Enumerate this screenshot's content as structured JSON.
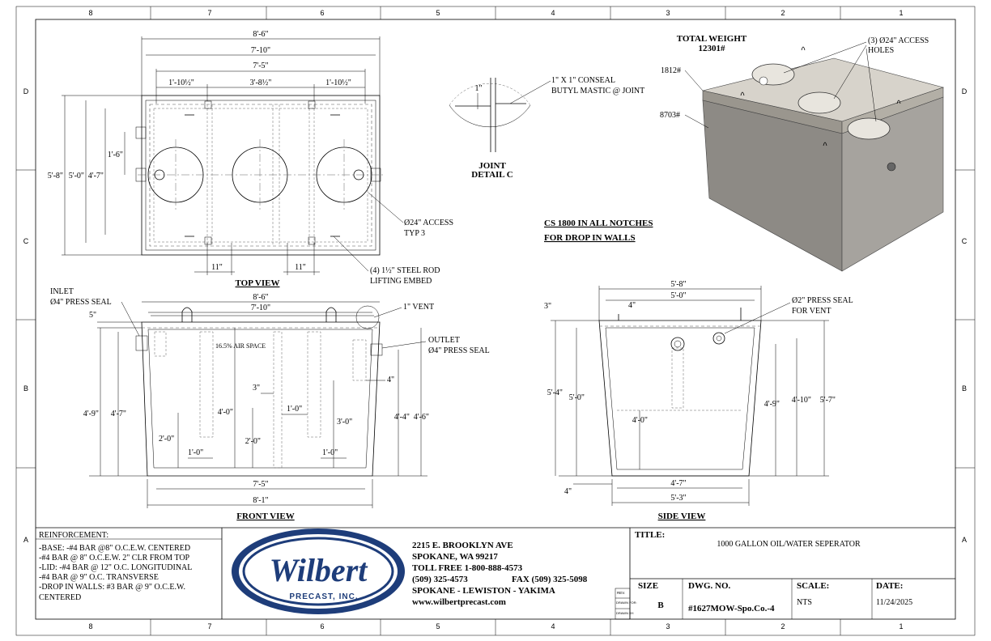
{
  "border": {
    "cols": [
      "8",
      "7",
      "6",
      "5",
      "4",
      "3",
      "2",
      "1"
    ],
    "rows": [
      "D",
      "C",
      "B",
      "A"
    ]
  },
  "top_view": {
    "label": "TOP VIEW",
    "dim_overall": "8'-6\"",
    "dim_inner": "7'-10\"",
    "dim_mid": "7'-5\"",
    "dim_left": "1'-10½\"",
    "dim_center": "3'-8½\"",
    "dim_right": "1'-10½\"",
    "dim_height_outer": "5'-8\"",
    "dim_height_inner": "5'-0\"",
    "dim_height_mid": "4'-7\"",
    "dim_inlet": "1'-6\"",
    "dim_notch_left": "11\"",
    "dim_notch_right": "11\"",
    "access_note_1": "Ø24\" ACCESS",
    "access_note_2": "TYP 3",
    "rod_note_1": "(4) 1½\" STEEL ROD",
    "rod_note_2": "LIFTING EMBED"
  },
  "joint_detail": {
    "dim": "1\"",
    "note_1": "1\" X 1\" CONSEAL",
    "note_2": "BUTYL MASTIC @ JOINT",
    "title_1": "JOINT",
    "title_2": "DETAIL C"
  },
  "iso_view": {
    "total_weight_label": "TOTAL WEIGHT",
    "total_weight": "12301#",
    "lid_weight": "1812#",
    "base_weight": "8703#",
    "holes_note_1": "(3) Ø24\" ACCESS",
    "holes_note_2": "HOLES"
  },
  "notch_note": {
    "line_1": "CS 1800 IN ALL NOTCHES",
    "line_2": "FOR DROP IN WALLS"
  },
  "front_view": {
    "label": "FRONT VIEW",
    "inlet_1": "INLET",
    "inlet_2": "Ø4\" PRESS SEAL",
    "dim_top_outer": "8'-6\"",
    "dim_top_inner": "7'-10\"",
    "dim_5in": "5\"",
    "vent": "1\" VENT",
    "outlet_1": "OUTLET",
    "outlet_2": "Ø4\" PRESS SEAL",
    "air_space": "16.5% AIR SPACE",
    "dim_4in": "4\"",
    "dim_3in": "3\"",
    "dim_1_0_a": "1'-0\"",
    "dim_1_0_b": "1'-0\"",
    "dim_1_0_c": "1'-0\"",
    "dim_4_0": "4'-0\"",
    "dim_3_0": "3'-0\"",
    "dim_2_0_a": "2'-0\"",
    "dim_2_0_b": "2'-0\"",
    "dim_4_9": "4'-9\"",
    "dim_4_7": "4'-7\"",
    "dim_4_4": "4'-4\"",
    "dim_4_6": "4'-6\"",
    "dim_bot_inner": "7'-5\"",
    "dim_bot_outer": "8'-1\""
  },
  "side_view": {
    "label": "SIDE VIEW",
    "dim_top_outer": "5'-8\"",
    "dim_top_inner": "5'-0\"",
    "dim_4in": "4\"",
    "dim_3in": "3\"",
    "vent_1": "Ø2\" PRESS SEAL",
    "vent_2": "FOR VENT",
    "dim_5_4": "5'-4\"",
    "dim_5_0": "5'-0\"",
    "dim_4_0": "4'-0\"",
    "dim_4_9": "4'-9\"",
    "dim_4_10": "4'-10\"",
    "dim_5_7": "5'-7\"",
    "dim_bot_inner": "4'-7\"",
    "dim_bot_outer": "5'-3\"",
    "dim_4in_b": "4\""
  },
  "reinforcement": {
    "title": "REINFORCEMENT:",
    "lines": [
      "-BASE: -#4 BAR @8\" O.C.E.W. CENTERED",
      "-#4 BAR @ 8\" O.C.E.W. 2\" CLR FROM TOP",
      "-LID: -#4 BAR @ 12\" O.C. LONGITUDINAL",
      "-#4 BAR @ 9\" O.C. TRANSVERSE",
      "-DROP IN WALLS: #3 BAR @ 9\" O.C.E.W.",
      "CENTERED"
    ]
  },
  "company": {
    "logo_text": "Wilbert",
    "logo_sub": "PRECAST, INC.",
    "address_1": "2215 E. BROOKLYN AVE",
    "address_2": "SPOKANE, WA 99217",
    "tollfree": "TOLL FREE 1-800-888-4573",
    "phone": "(509) 325-4573",
    "fax": "FAX (509) 325-5098",
    "cities": "SPOKANE - LEWISTON - YAKIMA",
    "website": "www.wilbertprecast.com",
    "rev_label": "REV.",
    "drawn_label": "DRAWN FOR:",
    "drawn_by": "DRAWN BY:"
  },
  "title_block": {
    "title_label": "TITLE:",
    "title": "1000 GALLON OIL/WATER SEPERATOR",
    "size_label": "SIZE",
    "size": "B",
    "dwg_label": "DWG.  NO.",
    "dwg_no": "#1627MOW-Spo.Co.-4",
    "scale_label": "SCALE:",
    "scale": "NTS",
    "date_label": "DATE:",
    "date": "11/24/2025"
  }
}
